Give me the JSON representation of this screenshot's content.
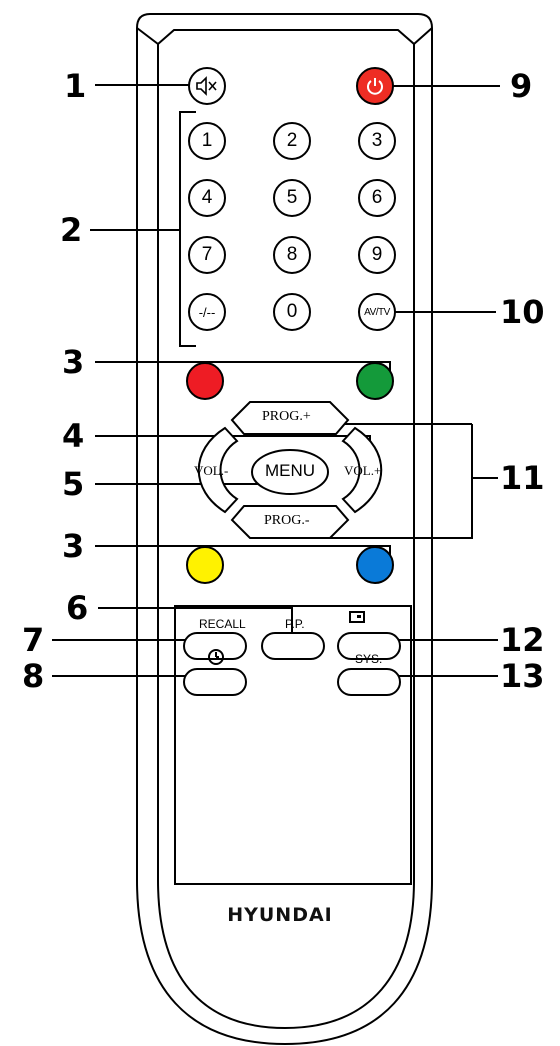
{
  "brand": "HYUNDAI",
  "colors": {
    "red": "#ee1c24",
    "green": "#149a3a",
    "yellow": "#fff200",
    "blue": "#0a7ad8",
    "power": "#ee2d24"
  },
  "icons": {
    "mute": "mute-icon",
    "power": "power-icon",
    "pip": "pip-icon",
    "timer": "timer-icon"
  },
  "callouts": {
    "left": [
      "1",
      "2",
      "3",
      "4",
      "5",
      "3",
      "6",
      "7",
      "8"
    ],
    "right": [
      "9",
      "10",
      "11",
      "12",
      "13"
    ]
  },
  "keypad": [
    "1",
    "2",
    "3",
    "4",
    "5",
    "6",
    "7",
    "8",
    "9",
    "-/--",
    "0",
    "AV/TV"
  ],
  "nav": {
    "up": "PROG.+",
    "down": "PROG.-",
    "left": "VOL.-",
    "right": "VOL.+",
    "center": "MENU"
  },
  "function_keys": {
    "recall": "RECALL",
    "pp": "P.P.",
    "sys": "SYS."
  }
}
